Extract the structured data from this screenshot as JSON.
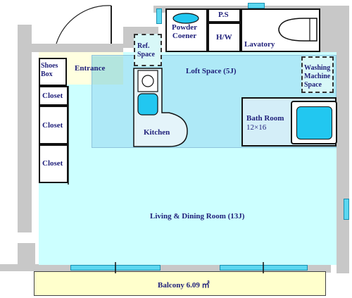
{
  "colors": {
    "room_fill": "#ccffff",
    "loft_fill": "#bfeaf5",
    "entrance_fill": "#ffffe0",
    "balcony_fill": "#ffffcc",
    "wall": "#c8c8c8",
    "label": "#1f1f7a",
    "water": "#22c7f0"
  },
  "labels": {
    "powder_corner": "Powder\nCoener",
    "ps": "P.S",
    "hw": "H/W",
    "lavatory": "Lavatory",
    "ref_space": "Ref.\nSpace",
    "shoes_box": "Shoes\nBox",
    "entrance": "Entrance",
    "loft_space": "Loft Space (5J)",
    "washing_machine": "Washing\nMachine\nSpace",
    "kitchen": "Kitchen",
    "bath_room": "Bath Room",
    "bath_size": "12×16",
    "closet_1": "Closet",
    "closet_2": "Closet",
    "closet_3": "Closet",
    "living_dining": "Living & Dining Room (13J)",
    "balcony": "Balcony  6.09 ㎡"
  }
}
